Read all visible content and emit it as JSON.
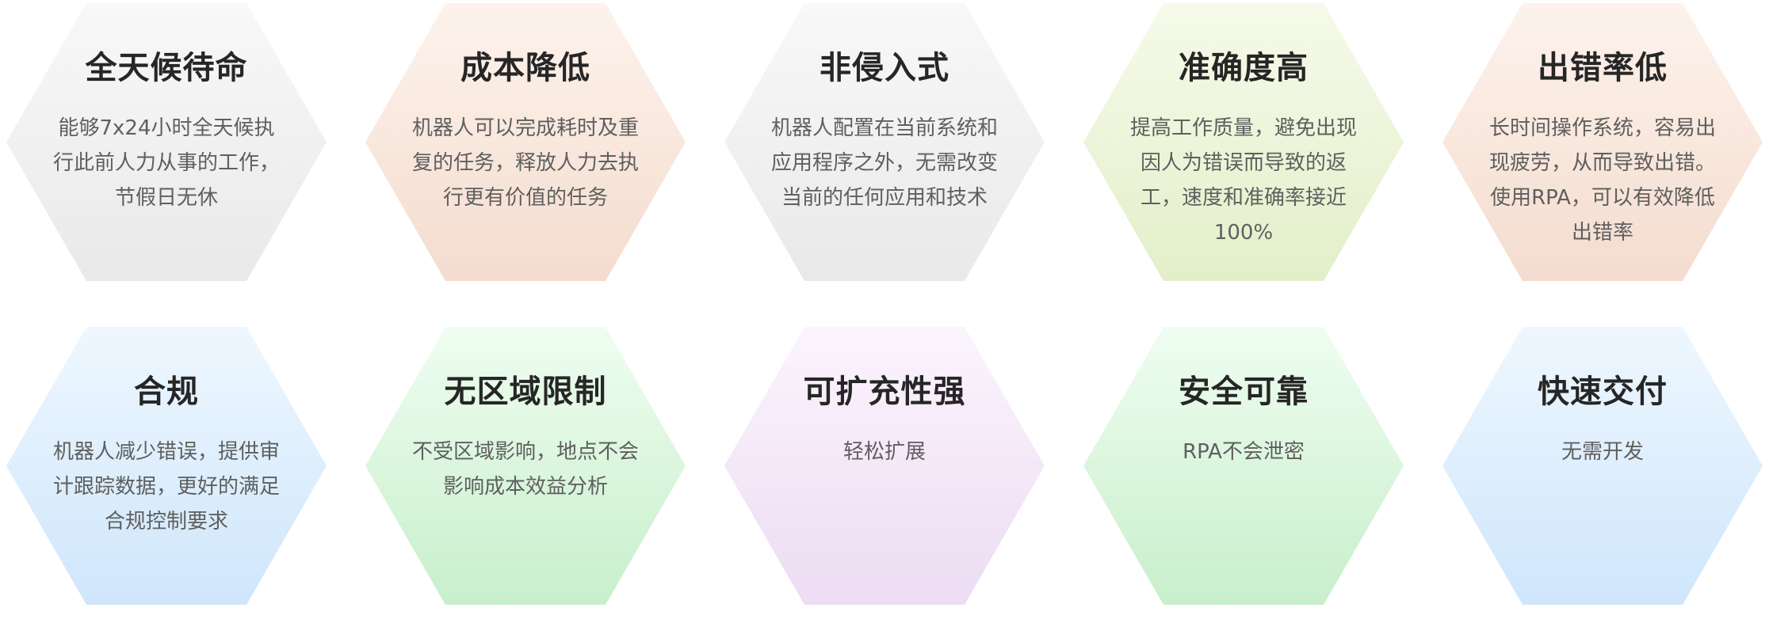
{
  "cards": [
    {
      "title": "全天候待命",
      "desc": "能够7x24小时全天候执行此前人力从事的工作，节假日无休"
    },
    {
      "title": "成本降低",
      "desc": "机器人可以完成耗时及重复的任务，释放人力去执行更有价值的任务"
    },
    {
      "title": "非侵入式",
      "desc": "机器人配置在当前系统和应用程序之外，无需改变当前的任何应用和技术"
    },
    {
      "title": "准确度高",
      "desc": "提高工作质量，避免出现因人为错误而导致的返工，速度和准确率接近100%"
    },
    {
      "title": "出错率低",
      "desc": "长时间操作系统，容易出现疲劳，从而导致出错。使用RPA，可以有效降低出错率"
    },
    {
      "title": "合规",
      "desc": "机器人减少错误，提供审计跟踪数据，更好的满足合规控制要求"
    },
    {
      "title": "无区域限制",
      "desc": "不受区域影响，地点不会影响成本效益分析"
    },
    {
      "title": "可扩充性强",
      "desc": "轻松扩展"
    },
    {
      "title": "安全可靠",
      "desc": "RPA不会泄密"
    },
    {
      "title": "快速交付",
      "desc": "无需开发"
    }
  ]
}
